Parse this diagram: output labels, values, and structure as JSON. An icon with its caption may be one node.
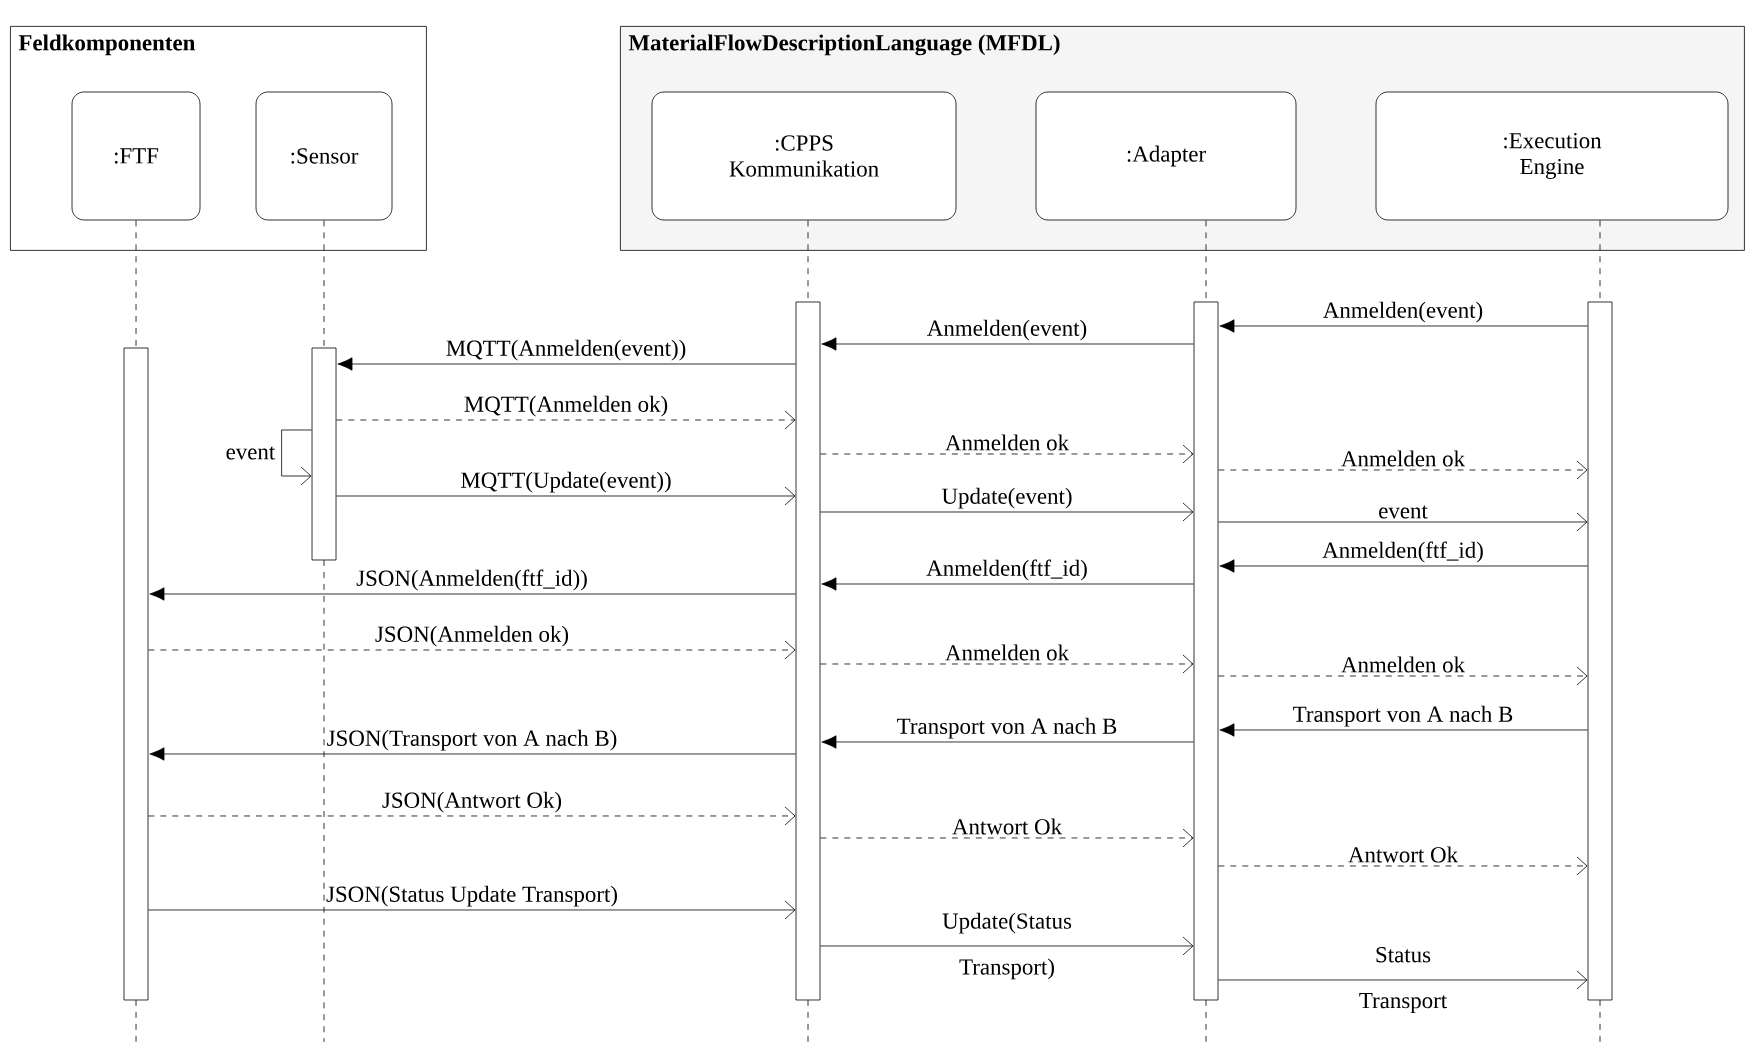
{
  "diagram": {
    "nodes": [
      {
        "text": [
          "Feldkomponenten"
        ]
      },
      {
        "text": [
          ":FTF"
        ],
        "in": 0
      },
      {
        "text": [
          ":Sensor"
        ],
        "in": 0
      },
      {
        "text": [
          "MaterialFlowDescriptionLanguage (MFDL)"
        ]
      },
      {
        "text": [
          ":CPPS Kommunikation"
        ],
        "in": 3
      },
      {
        "text": [
          ":Adapter"
        ],
        "in": 3
      },
      {
        "text": [
          ":Execution Engine"
        ],
        "in": 3
      },
      {
        "text": [],
        "shape": "bar"
      },
      {
        "text": [],
        "shape": "bar"
      },
      {
        "text": [],
        "shape": "bar"
      },
      {
        "text": [],
        "shape": "bar"
      },
      {
        "text": [],
        "shape": "bar"
      }
    ],
    "edges": [
      {
        "from": 1,
        "to": 7,
        "arrow": "none",
        "style": "dashed"
      },
      {
        "from": 2,
        "to": 8,
        "arrow": "none",
        "style": "dashed"
      },
      {
        "from": 4,
        "to": 9,
        "arrow": "none",
        "style": "dashed"
      },
      {
        "from": 5,
        "to": 10,
        "arrow": "none",
        "style": "dashed"
      },
      {
        "from": 6,
        "to": 11,
        "arrow": "none",
        "style": "dashed"
      },
      {
        "from": 11,
        "to": 10,
        "arrow": "to",
        "label": "Anmelden(event)"
      },
      {
        "from": 10,
        "to": 9,
        "arrow": "to",
        "label": "Anmelden(event)"
      },
      {
        "from": 9,
        "to": 8,
        "arrow": "to",
        "label": "MQTT(Anmelden(event))"
      },
      {
        "from": 8,
        "to": 9,
        "arrow": "to",
        "label": "MQTT(Anmelden ok)",
        "style": "dashed"
      },
      {
        "from": 8,
        "to": 8,
        "arrow": "to",
        "label": "event"
      },
      {
        "from": 9,
        "to": 10,
        "arrow": "to",
        "label": "Anmelden ok",
        "style": "dashed"
      },
      {
        "from": 10,
        "to": 11,
        "arrow": "to",
        "label": "Anmelden ok",
        "style": "dashed"
      },
      {
        "from": 8,
        "to": 9,
        "arrow": "to",
        "label": "MQTT(Update(event))"
      },
      {
        "from": 9,
        "to": 10,
        "arrow": "to",
        "label": "Update(event)"
      },
      {
        "from": 10,
        "to": 11,
        "arrow": "to",
        "label": "event"
      },
      {
        "from": 11,
        "to": 10,
        "arrow": "to",
        "label": "Anmelden(ftf_id)"
      },
      {
        "from": 10,
        "to": 9,
        "arrow": "to",
        "label": "Anmelden(ftf_id)"
      },
      {
        "from": 9,
        "to": 7,
        "arrow": "to",
        "label": "JSON(Anmelden(ftf_id))"
      },
      {
        "from": 7,
        "to": 9,
        "arrow": "to",
        "label": "JSON(Anmelden ok)",
        "style": "dashed"
      },
      {
        "from": 9,
        "to": 10,
        "arrow": "to",
        "label": "Anmelden ok",
        "style": "dashed"
      },
      {
        "from": 10,
        "to": 11,
        "arrow": "to",
        "label": "Anmelden ok",
        "style": "dashed"
      },
      {
        "from": 11,
        "to": 10,
        "arrow": "to",
        "label": "Transport von A nach B"
      },
      {
        "from": 10,
        "to": 9,
        "arrow": "to",
        "label": "Transport von A nach B"
      },
      {
        "from": 9,
        "to": 7,
        "arrow": "to",
        "label": "JSON(Transport von A nach B)"
      },
      {
        "from": 7,
        "to": 9,
        "arrow": "to",
        "label": "JSON(Antwort Ok)",
        "style": "dashed"
      },
      {
        "from": 9,
        "to": 10,
        "arrow": "to",
        "label": "Antwort Ok",
        "style": "dashed"
      },
      {
        "from": 10,
        "to": 11,
        "arrow": "to",
        "label": "Antwort Ok",
        "style": "dashed"
      },
      {
        "from": 7,
        "to": 9,
        "arrow": "to",
        "label": "JSON(Status Update Transport)"
      },
      {
        "from": 9,
        "to": 10,
        "arrow": "to",
        "label": "Update(Status Transport)"
      },
      {
        "from": 10,
        "to": 11,
        "arrow": "to",
        "label": "Status Transport"
      }
    ]
  }
}
